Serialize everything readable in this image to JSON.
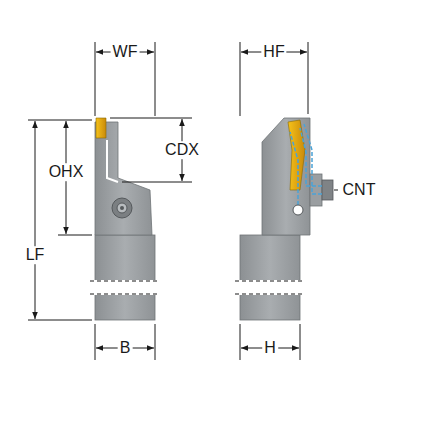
{
  "diagram": {
    "labels": [
      "WF",
      "HF",
      "OHX",
      "CDX",
      "LF",
      "CNT",
      "B",
      "H"
    ]
  }
}
